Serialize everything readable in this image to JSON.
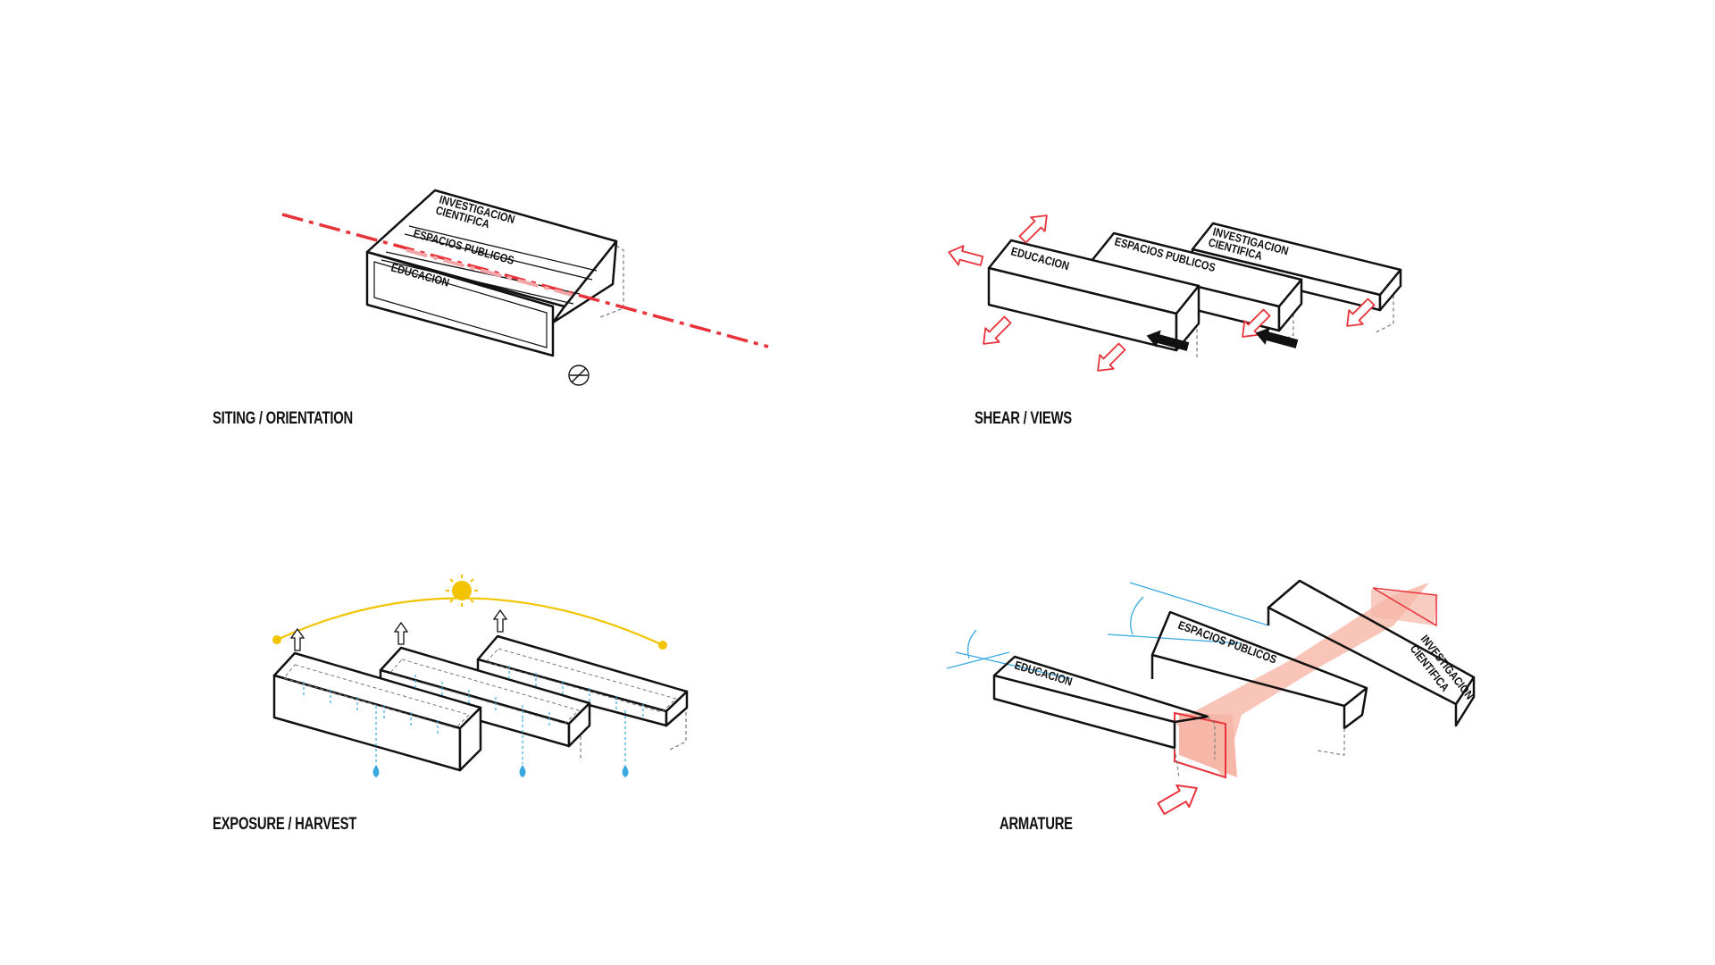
{
  "captions": {
    "siting": "SITING / ORIENTATION",
    "shear": "SHEAR / VIEWS",
    "exposure": "EXPOSURE / HARVEST",
    "armature": "ARMATURE"
  },
  "program_labels": {
    "investigacion_line1": "INVESTIGACION",
    "investigacion_line2": "CIENTIFICA",
    "espacios": "ESPACIOS PUBLICOS",
    "educacion": "EDUCACION"
  },
  "colors": {
    "ink": "#111111",
    "axis_red": "#e8333a",
    "arrow_red": "#e8333a",
    "sun_yellow": "#f2c400",
    "water_blue": "#3aa9e0",
    "armature_fill": "#f7b7a8",
    "view_line_blue": "#3aa9e0"
  },
  "icons": [
    "north-arrow-icon",
    "sun-icon",
    "water-drop-icon",
    "view-arrow-icon",
    "wind-arrow-icon",
    "entry-arrow-icon",
    "updraft-arrow-icon"
  ]
}
